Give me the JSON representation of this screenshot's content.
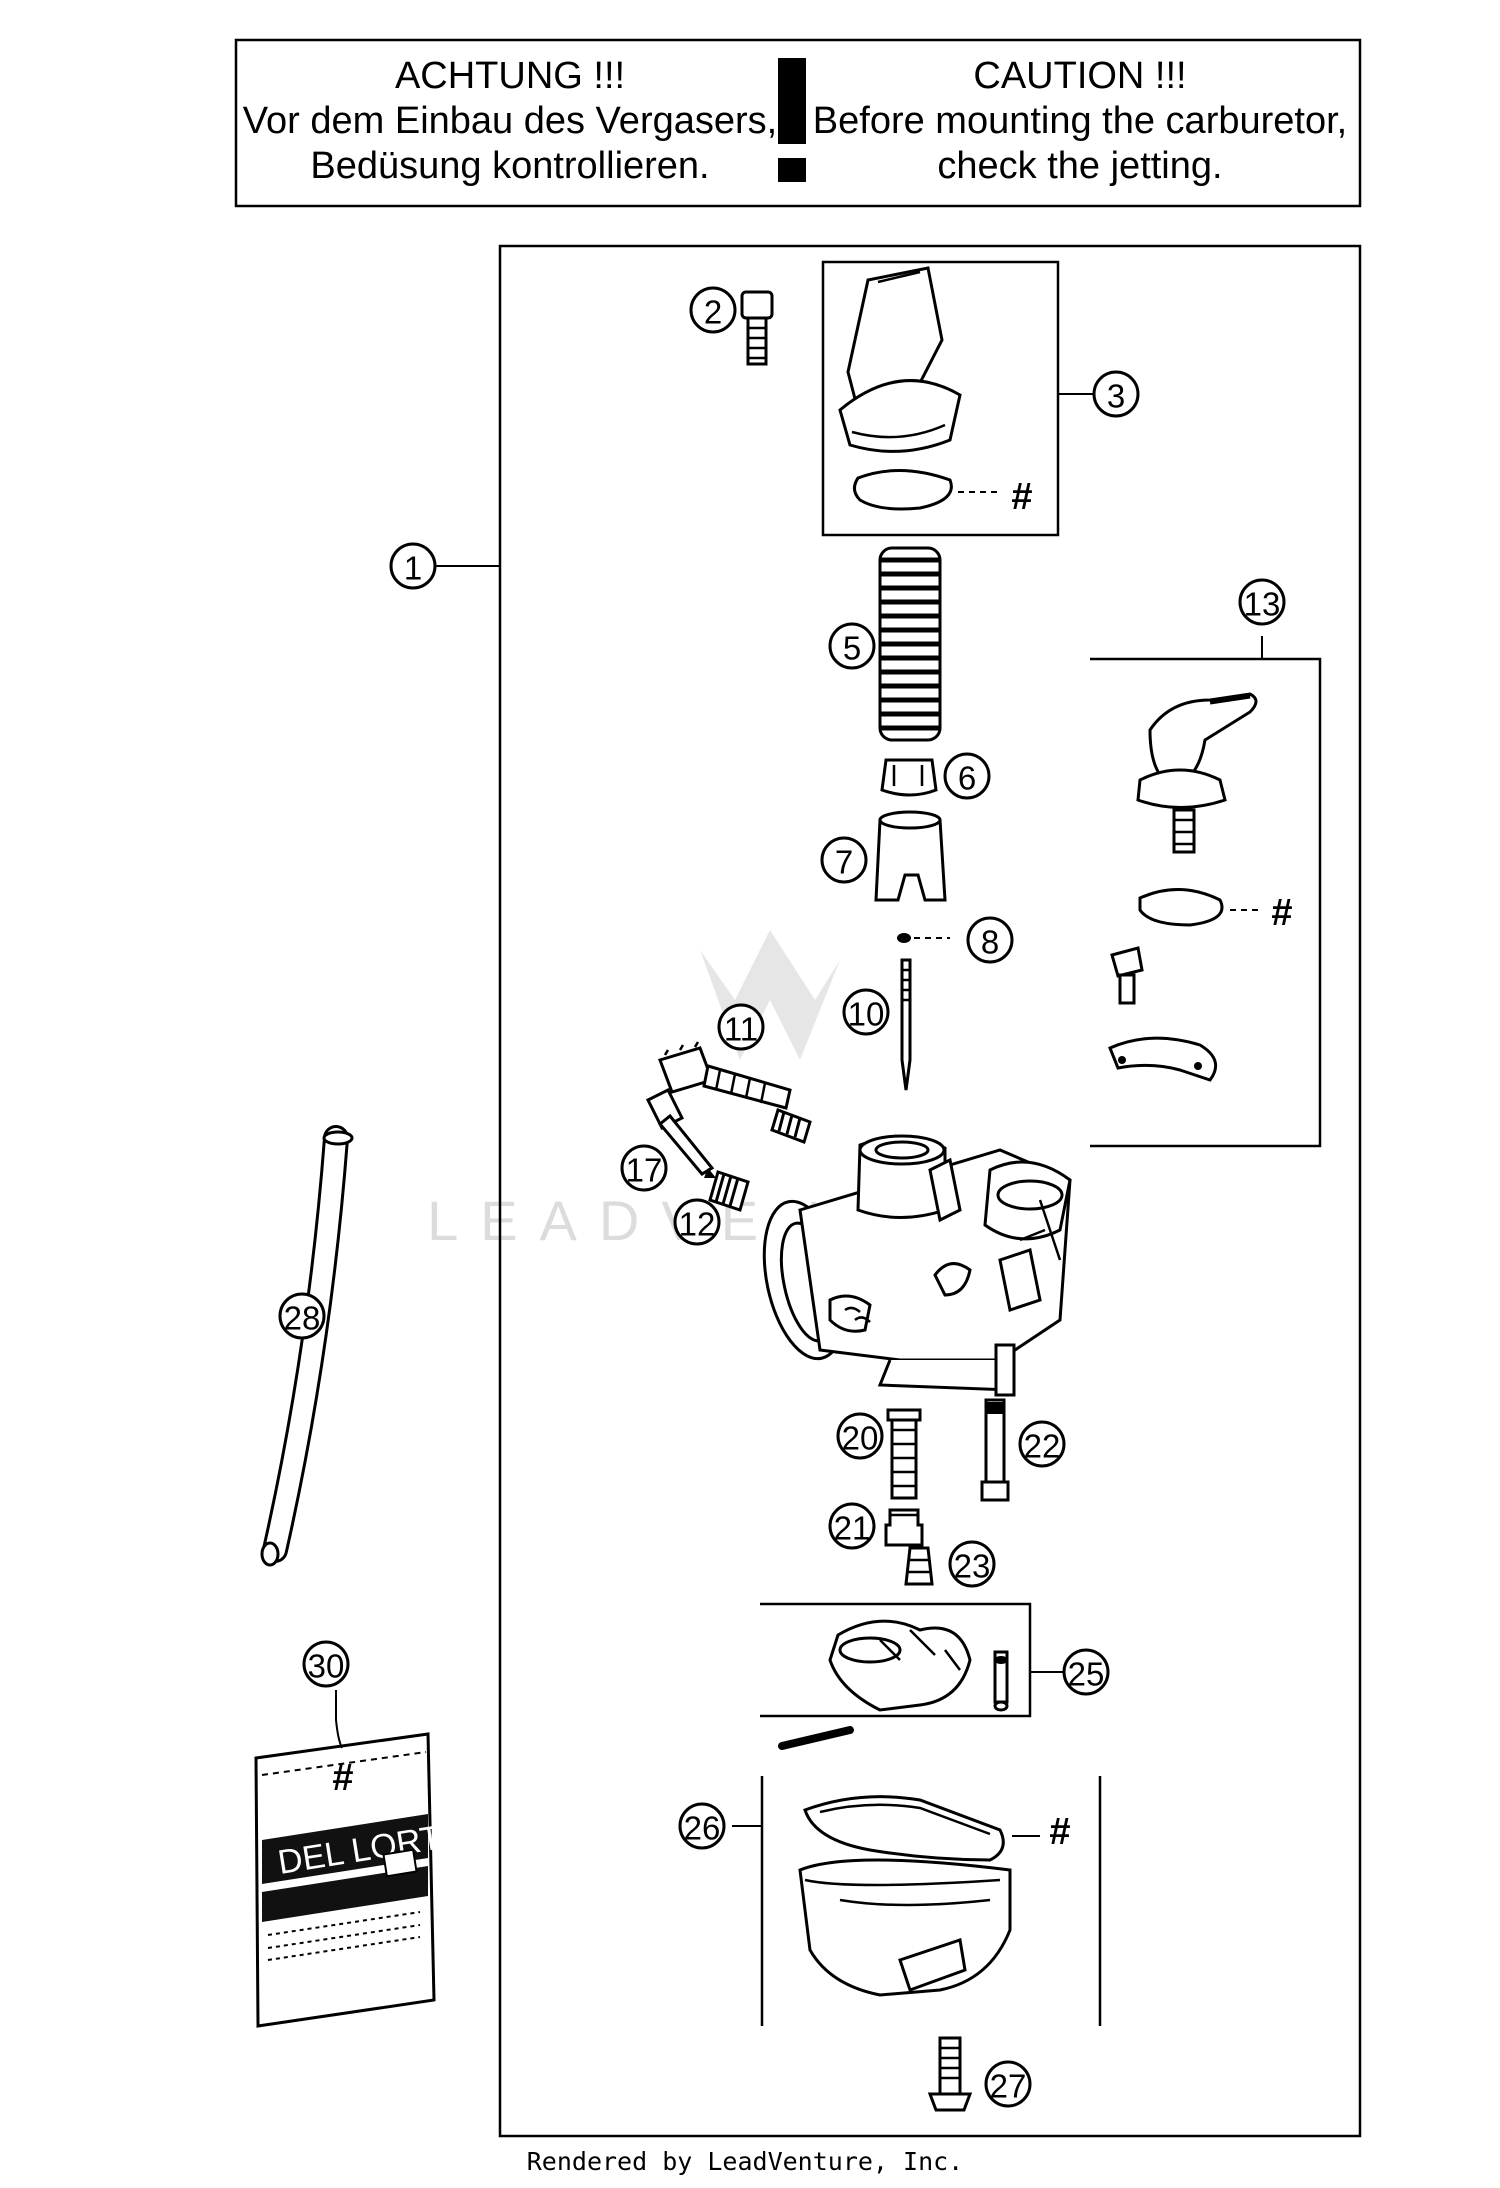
{
  "warning": {
    "de_title": "ACHTUNG !!!",
    "de_line1": "Vor dem Einbau des Vergasers,",
    "de_line2": "Bedüsung kontrollieren.",
    "en_title": "CAUTION !!!",
    "en_line1": "Before mounting the carburetor,",
    "en_line2": "check the jetting."
  },
  "callouts": {
    "c1": "1",
    "c2": "2",
    "c3": "3",
    "c5": "5",
    "c6": "6",
    "c7": "7",
    "c8": "8",
    "c10": "10",
    "c11": "11",
    "c12": "12",
    "c13": "13",
    "c17": "17",
    "c20": "20",
    "c21": "21",
    "c22": "22",
    "c23": "23",
    "c25": "25",
    "c26": "26",
    "c27": "27",
    "c28": "28",
    "c30": "30"
  },
  "hash_mark": "#",
  "bag": {
    "brand": "DEL LORTO",
    "hash": "#"
  },
  "watermark": "LEADVENTURE",
  "footer": "Rendered by LeadVenture, Inc.",
  "colors": {
    "line": "#000000",
    "background": "#ffffff",
    "watermark": "#dcdcdc"
  }
}
